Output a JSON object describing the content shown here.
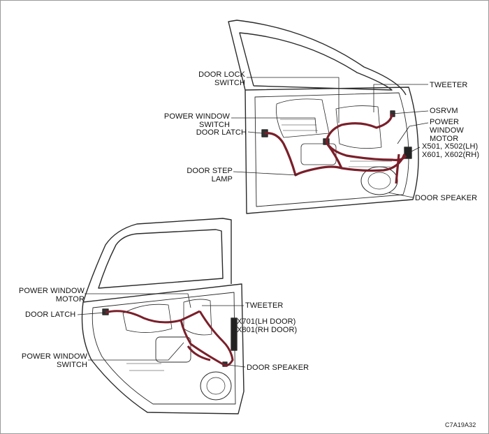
{
  "front_door": {
    "labels": {
      "door_lock_switch": "DOOR LOCK\nSWITCH",
      "power_window_switch": "POWER WINDOW\nSWITCH",
      "door_latch": "DOOR LATCH",
      "door_step_lamp": "DOOR STEP\nLAMP",
      "tweeter": "TWEETER",
      "osrvm": "OSRVM",
      "power_window_motor": "POWER\nWINDOW\nMOTOR",
      "connector": "X501, X502(LH)\nX601, X602(RH)",
      "door_speaker": "DOOR SPEAKER"
    }
  },
  "rear_door": {
    "labels": {
      "power_window_motor": "POWER WINDOW\nMOTOR",
      "door_latch": "DOOR LATCH",
      "power_window_switch": "POWER WINDOW\nSWITCH",
      "tweeter": "TWEETER",
      "connector": "X701(LH DOOR)\nX801(RH DOOR)",
      "door_speaker": "DOOR SPEAKER"
    }
  },
  "figure_code": "C7A19A32"
}
